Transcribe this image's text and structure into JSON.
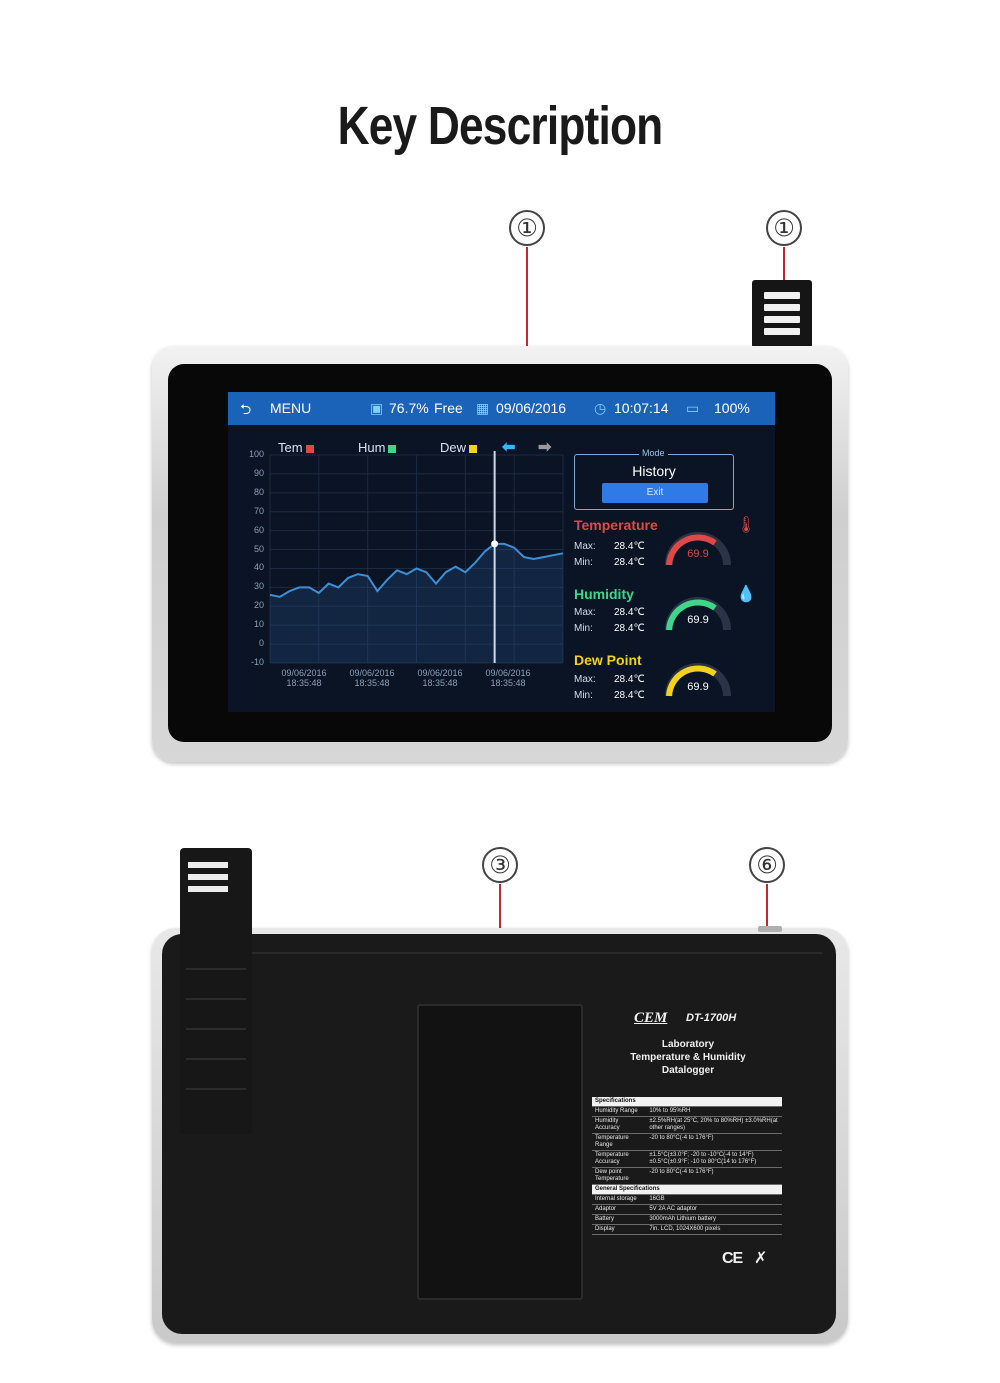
{
  "title": "Key Description",
  "callouts": {
    "front_screen": "①",
    "front_probe": "①",
    "back_stand": "③",
    "back_button": "⑥"
  },
  "screen": {
    "menu_label": "MENU",
    "storage_value": "76.7%",
    "storage_label": "Free",
    "date": "09/06/2016",
    "time": "10:07:14",
    "battery": "100%",
    "legend": {
      "tem": "Tem",
      "hum": "Hum",
      "dew": "Dew"
    },
    "mode": {
      "tag": "Mode",
      "value": "History",
      "exit_label": "Exit"
    },
    "temperature": {
      "title": "Temperature",
      "max_label": "Max:",
      "max_value": "28.4℃",
      "min_label": "Min:",
      "min_value": "28.4℃",
      "gauge_value": "69.9"
    },
    "humidity": {
      "title": "Humidity",
      "max_label": "Max:",
      "max_value": "28.4℃",
      "min_label": "Min:",
      "min_value": "28.4℃",
      "gauge_value": "69.9"
    },
    "dew_point": {
      "title": "Dew Point",
      "max_label": "Max:",
      "max_value": "28.4℃",
      "min_label": "Min:",
      "min_value": "28.4℃",
      "gauge_value": "69.9"
    },
    "colors": {
      "temperature": "#e04848",
      "humidity": "#3fd68a",
      "dew_point": "#f2d21e",
      "line": "#3d8fd6",
      "accent_arrow": "#36b6ff"
    },
    "icons": {
      "back": "back-arrow-icon",
      "storage": "floppy-disk-icon",
      "date": "calendar-icon",
      "time": "clock-icon",
      "battery": "battery-icon",
      "thermometer": "thermometer-icon",
      "droplet": "droplet-icon"
    }
  },
  "chart_data": {
    "type": "line",
    "title": "",
    "xlabel": "",
    "ylabel": "",
    "ylim": [
      -10,
      100
    ],
    "yticks": [
      "100",
      "90",
      "80",
      "70",
      "60",
      "50",
      "40",
      "30",
      "20",
      "10",
      "0",
      "-10"
    ],
    "x_tick_labels": [
      [
        "09/06/2016",
        "18:35:48"
      ],
      [
        "09/06/2016",
        "18:35:48"
      ],
      [
        "09/06/2016",
        "18:35:48"
      ],
      [
        "09/06/2016",
        "18:35:48"
      ]
    ],
    "series": [
      {
        "values": [
          26,
          25,
          28,
          30,
          30,
          27,
          32,
          30,
          35,
          37,
          36,
          28,
          34,
          39,
          37,
          40,
          38,
          32,
          38,
          41,
          38,
          43,
          49,
          53,
          53,
          51,
          46,
          45,
          46,
          47,
          48
        ]
      }
    ],
    "cursor_index": 23
  },
  "back_label": {
    "brand": "CEM",
    "model": "DT-1700H",
    "product_lines": [
      "Laboratory",
      "Temperature & Humidity",
      "Datalogger"
    ],
    "spec_header": "Specifications",
    "specs": [
      [
        "Humidity Range",
        "10% to 95%RH"
      ],
      [
        "Humidity Accuracy",
        "±2.5%RH(at 25°C, 20% to 80%RH) ±3.0%RH(at other ranges)"
      ],
      [
        "Temperature Range",
        "-20 to 80°C(-4 to 176°F)"
      ],
      [
        "Temperature Accuracy",
        "±1.5°C(±3.0°F; -20 to -10°C(-4 to 14°F) ±0.5°C(±0.9°F; -10 to 80°C(14 to 176°F)"
      ],
      [
        "Dew point Temperature",
        "-20 to 80°C(-4 to 176°F)"
      ]
    ],
    "general_header": "General Specifications",
    "general": [
      [
        "Internal storage",
        "16GB"
      ],
      [
        "Adaptor",
        "5V 2A AC adaptor"
      ],
      [
        "Battery",
        "3000mAh Lithium battery"
      ],
      [
        "Display",
        "7in. LCD, 1024X600 pixels"
      ]
    ],
    "ce_mark": "CE",
    "weee_mark": "✗"
  }
}
